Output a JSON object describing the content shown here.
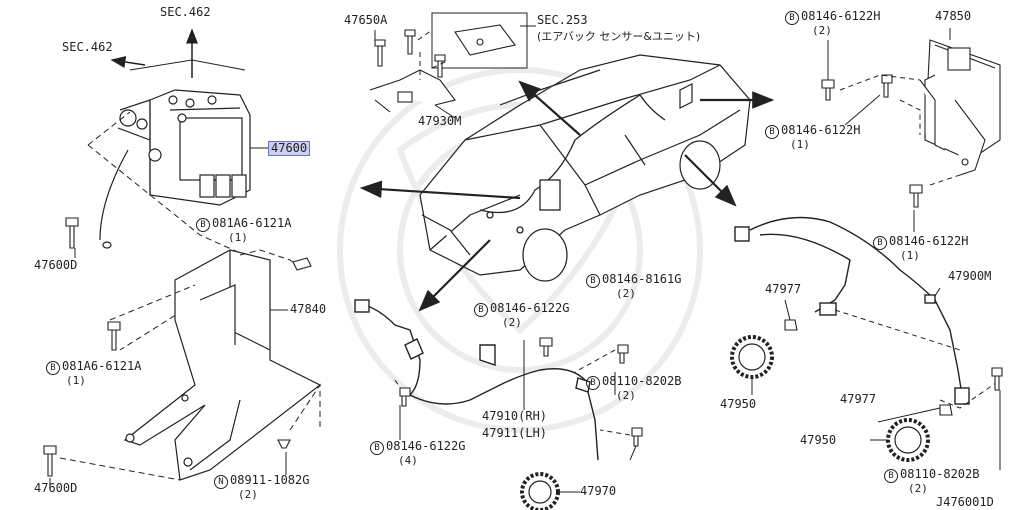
{
  "diagram_code": "J476001D",
  "callouts": {
    "sec462_top": "SEC.462",
    "sec462_left": "SEC.462",
    "sec253_line1": "SEC.253",
    "sec253_line2": "(エアバック センサー&ユニット)",
    "p47600": "47600",
    "p47650A": "47650A",
    "p47930M": "47930M",
    "p47850": "47850",
    "p47600D_a": "47600D",
    "p47600D_b": "47600D",
    "p47840": "47840",
    "p47977_a": "47977",
    "p47977_b": "47977",
    "p47900M": "47900M",
    "p47950_a": "47950",
    "p47950_b": "47950",
    "p47910": "47910(RH)",
    "p47911": "47911(LH)",
    "p47970": "47970"
  },
  "bolts": [
    {
      "prefix": "B",
      "part": "08146-6122H",
      "qty": "(2)"
    },
    {
      "prefix": "B",
      "part": "08146-6122H",
      "qty": "(1)"
    },
    {
      "prefix": "B",
      "part": "08146-6122H",
      "qty": "(1)"
    },
    {
      "prefix": "B",
      "part": "081A6-6121A",
      "qty": "(1)"
    },
    {
      "prefix": "B",
      "part": "081A6-6121A",
      "qty": "(1)"
    },
    {
      "prefix": "B",
      "part": "08146-8161G",
      "qty": "(2)"
    },
    {
      "prefix": "B",
      "part": "08146-6122G",
      "qty": "(2)"
    },
    {
      "prefix": "B",
      "part": "08110-8202B",
      "qty": "(2)"
    },
    {
      "prefix": "B",
      "part": "08146-6122G",
      "qty": "(4)"
    },
    {
      "prefix": "N",
      "part": "08911-1082G",
      "qty": "(2)"
    },
    {
      "prefix": "B",
      "part": "08110-8202B",
      "qty": "(2)"
    }
  ]
}
